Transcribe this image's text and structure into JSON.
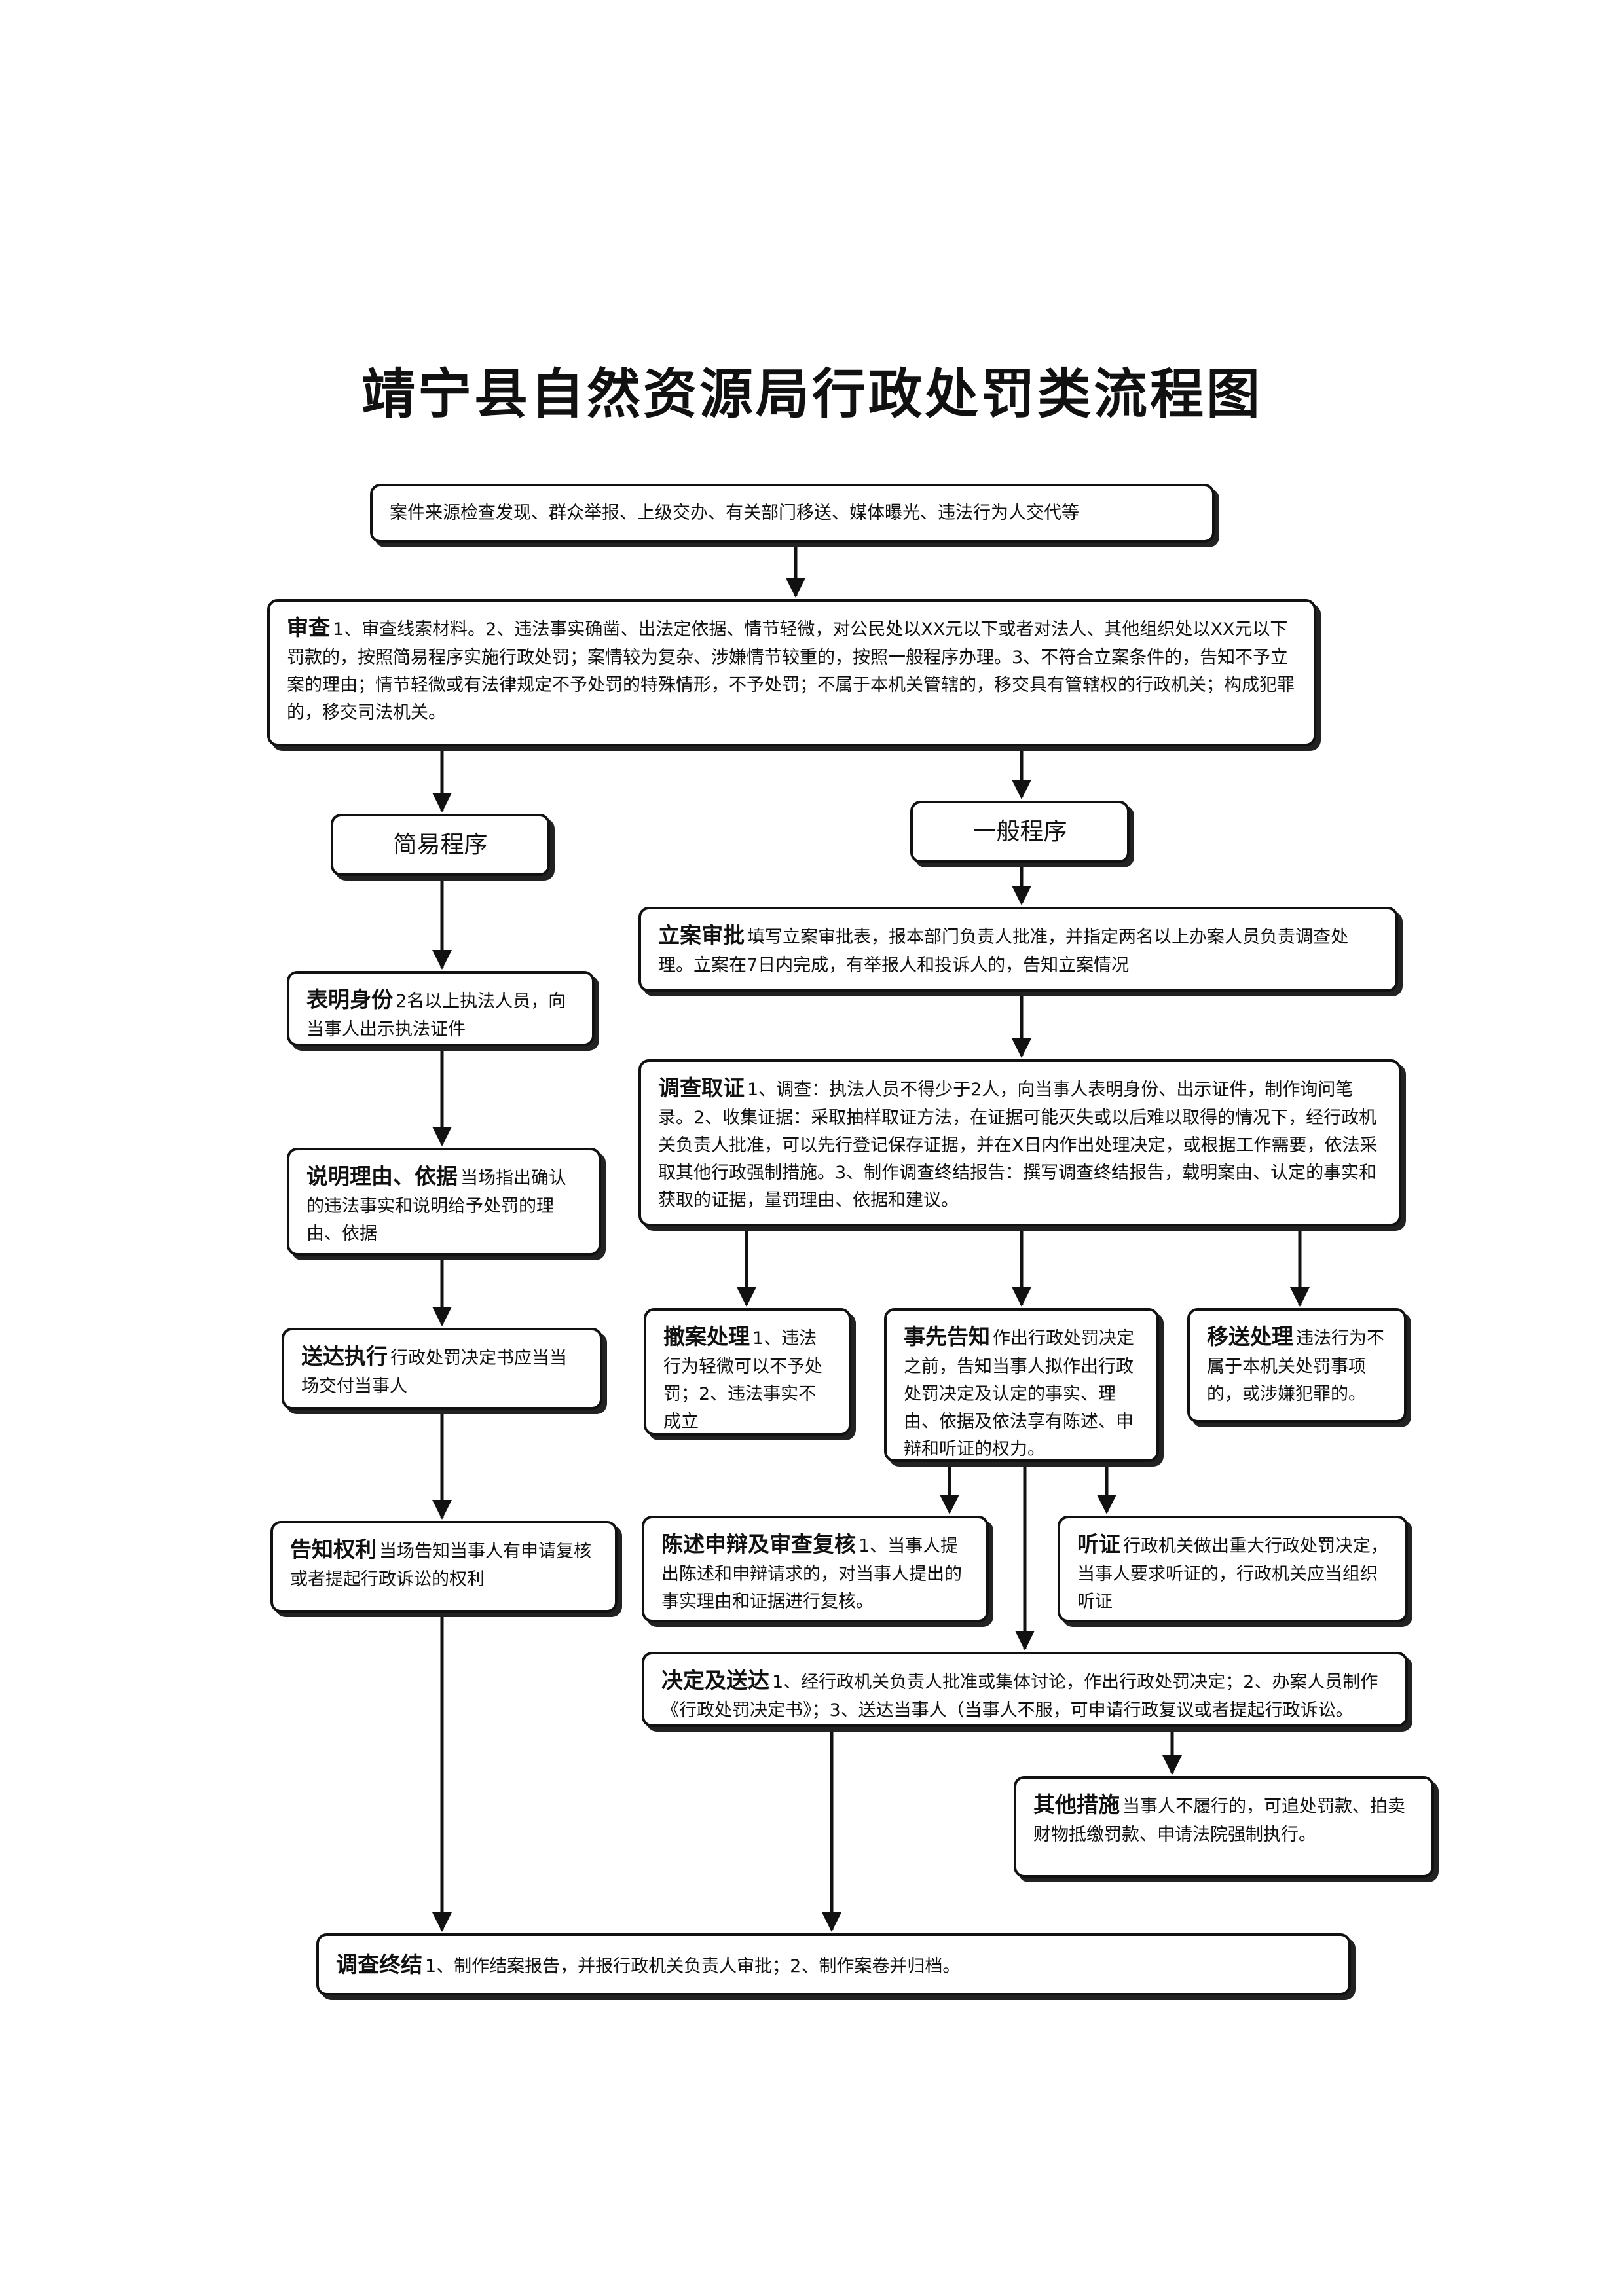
{
  "title": "靖宁县自然资源局行政处罚类流程图",
  "nodes": {
    "source": {
      "text": "案件来源检查发现、群众举报、上级交办、有关部门移送、媒体曝光、违法行为人交代等"
    },
    "review": {
      "head": "审查",
      "text": "1、审查线索材料。2、违法事实确凿、出法定依据、情节轻微，对公民处以XX元以下或者对法人、其他组织处以XX元以下罚款的，按照简易程序实施行政处罚；案情较为复杂、涉嫌情节较重的，按照一般程序办理。3、不符合立案条件的，告知不予立案的理由；情节轻微或有法律规定不予处罚的特殊情形，不予处罚；不属于本机关管辖的，移交具有管辖权的行政机关；构成犯罪的，移交司法机关。"
    },
    "simple": {
      "text": "简易程序"
    },
    "general": {
      "text": "一般程序"
    },
    "identity": {
      "head": "表明身份",
      "text": "2名以上执法人员，向当事人出示执法证件"
    },
    "explain": {
      "head": "说明理由、依据",
      "text": "当场指出确认的违法事实和说明给予处罚的理由、依据"
    },
    "deliver_exec": {
      "head": "送达执行",
      "text": "行政处罚决定书应当当场交付当事人"
    },
    "notify_rights": {
      "head": "告知权利",
      "text": "当场告知当事人有申请复核或者提起行政诉讼的权利"
    },
    "filing": {
      "head": "立案审批",
      "text": "填写立案审批表，报本部门负责人批准，并指定两名以上办案人员负责调查处理。立案在7日内完成，有举报人和投诉人的，告知立案情况"
    },
    "investigate": {
      "head": "调查取证",
      "text": "1、调查：执法人员不得少于2人，向当事人表明身份、出示证件，制作询问笔录。2、收集证据：采取抽样取证方法，在证据可能灭失或以后难以取得的情况下，经行政机关负责人批准，可以先行登记保存证据，并在X日内作出处理决定，或根据工作需要，依法采取其他行政强制措施。3、制作调查终结报告：撰写调查终结报告，载明案由、认定的事实和获取的证据，量罚理由、依据和建议。"
    },
    "withdraw": {
      "head": "撤案处理",
      "text": "1、违法行为轻微可以不予处罚；2、违法事实不成立"
    },
    "prior_notice": {
      "head": "事先告知",
      "text": "作出行政处罚决定之前，告知当事人拟作出行政处罚决定及认定的事实、理由、依据及依法享有陈述、申辩和听证的权力。"
    },
    "transfer": {
      "head": "移送处理",
      "text": "违法行为不属于本机关处罚事项的，或涉嫌犯罪的。"
    },
    "statement": {
      "head": "陈述申辩及审查复核",
      "text": "1、当事人提出陈述和申辩请求的，对当事人提出的事实理由和证据进行复核。"
    },
    "hearing": {
      "head": "听证",
      "text": "行政机关做出重大行政处罚决定，当事人要求听证的，行政机关应当组织听证"
    },
    "decision": {
      "head": "决定及送达",
      "text": "1、经行政机关负责人批准或集体讨论，作出行政处罚决定；2、办案人员制作《行政处罚决定书》；3、送达当事人（当事人不服，可申请行政复议或者提起行政诉讼。"
    },
    "other": {
      "head": "其他措施",
      "text": "当事人不履行的，可追处罚款、拍卖财物抵缴罚款、申请法院强制执行。"
    },
    "conclude": {
      "head": "调查终结",
      "text": "1、制作结案报告，并报行政机关负责人审批；2、制作案卷并归档。"
    }
  }
}
